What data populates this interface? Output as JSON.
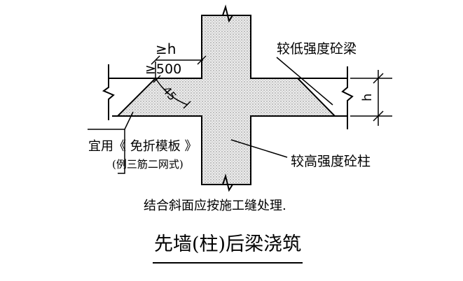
{
  "labels": {
    "ge_h": "≥h",
    "ge_500": "≥500",
    "angle_45": "45",
    "h_dim": "h",
    "lower_strength_beam": "较低强度砼梁",
    "higher_strength_column": "较高强度砼柱",
    "formwork_line1": "宜用《 免折模板 》",
    "formwork_line2": "(例三筋二网式)",
    "note": "结合斜面应按施工缝处理.",
    "title": "先墙(柱)后梁浇筑"
  },
  "colors": {
    "ink": "#000000",
    "concrete_fill": "#e6e6e6"
  }
}
